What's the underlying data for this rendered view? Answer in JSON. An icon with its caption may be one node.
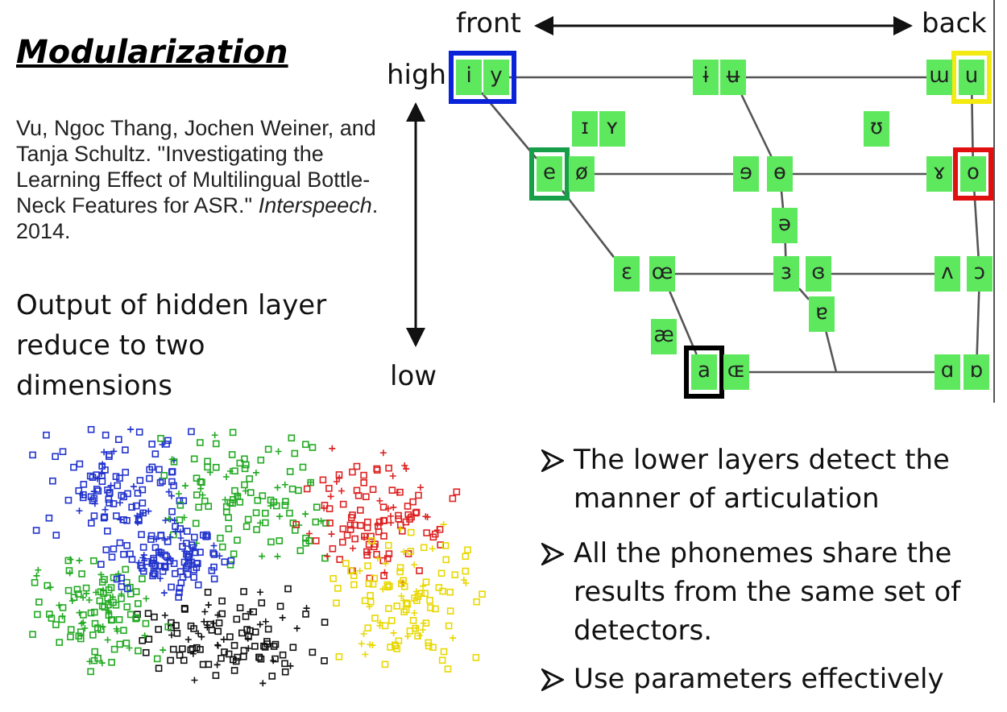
{
  "diagram": {
    "title": "Modularization",
    "nodes": [
      {
        "text": [
          "i"
        ]
      },
      {
        "text": [
          "y"
        ]
      },
      {
        "text": [
          "ɨ"
        ]
      },
      {
        "text": [
          "ʉ"
        ]
      },
      {
        "text": [
          "ɯ"
        ]
      },
      {
        "text": [
          "u"
        ]
      },
      {
        "text": [
          "ɪ"
        ]
      },
      {
        "text": [
          "ʏ"
        ]
      },
      {
        "text": [
          "ʊ"
        ]
      },
      {
        "text": [
          "e"
        ]
      },
      {
        "text": [
          "ø"
        ]
      },
      {
        "text": [
          "ɘ"
        ]
      },
      {
        "text": [
          "ɵ"
        ]
      },
      {
        "text": [
          "ɤ"
        ]
      },
      {
        "text": [
          "o"
        ]
      },
      {
        "text": [
          "ə"
        ]
      },
      {
        "text": [
          "ɛ"
        ]
      },
      {
        "text": [
          "œ"
        ]
      },
      {
        "text": [
          "ɜ"
        ]
      },
      {
        "text": [
          "ɞ"
        ]
      },
      {
        "text": [
          "ʌ"
        ]
      },
      {
        "text": [
          "ɔ"
        ]
      },
      {
        "text": [
          "æ"
        ]
      },
      {
        "text": [
          "ɐ"
        ]
      },
      {
        "text": [
          "a"
        ]
      },
      {
        "text": [
          "ɶ"
        ]
      },
      {
        "text": [
          "ɑ"
        ]
      },
      {
        "text": [
          "ɒ"
        ]
      }
    ],
    "edges": [
      {
        "from": 1,
        "to": 2,
        "arrow": "none"
      },
      {
        "from": 3,
        "to": 4,
        "arrow": "none"
      },
      {
        "from": 10,
        "to": 11,
        "arrow": "none"
      },
      {
        "from": 12,
        "to": 13,
        "arrow": "none"
      },
      {
        "from": 17,
        "to": 18,
        "arrow": "none"
      },
      {
        "from": 19,
        "to": 20,
        "arrow": "none"
      },
      {
        "from": 25,
        "to": 26,
        "arrow": "none"
      },
      {
        "from": 0,
        "to": 9,
        "arrow": "none"
      },
      {
        "from": 9,
        "to": 16,
        "arrow": "none"
      },
      {
        "from": 17,
        "to": 24,
        "arrow": "none"
      },
      {
        "from": 3,
        "to": 12,
        "arrow": "none"
      },
      {
        "from": 12,
        "to": 15,
        "arrow": "none"
      },
      {
        "from": 15,
        "to": 18,
        "arrow": "none"
      },
      {
        "from": 18,
        "to": 23,
        "arrow": "none"
      },
      {
        "from": 23,
        "to": null,
        "arrow": "none"
      },
      {
        "from": 5,
        "to": 14,
        "arrow": "none"
      },
      {
        "from": 14,
        "to": 21,
        "arrow": "none"
      },
      {
        "from": 21,
        "to": 27,
        "arrow": "none"
      }
    ],
    "labels": [
      "Vu, Ngoc Thang, Jochen Weiner, and Tanja Schultz. \"Investigating the Learning Effect of Multilingual Bottle-Neck Features for ASR.\" *Interspeech*. 2014.",
      "Output of hidden layer reduce to two dimensions",
      "front",
      "back",
      "high",
      "low",
      "The lower layers detect the manner of articulation",
      "All the phonemes share the results from the same set of detectors.",
      "Use parameters effectively"
    ]
  }
}
